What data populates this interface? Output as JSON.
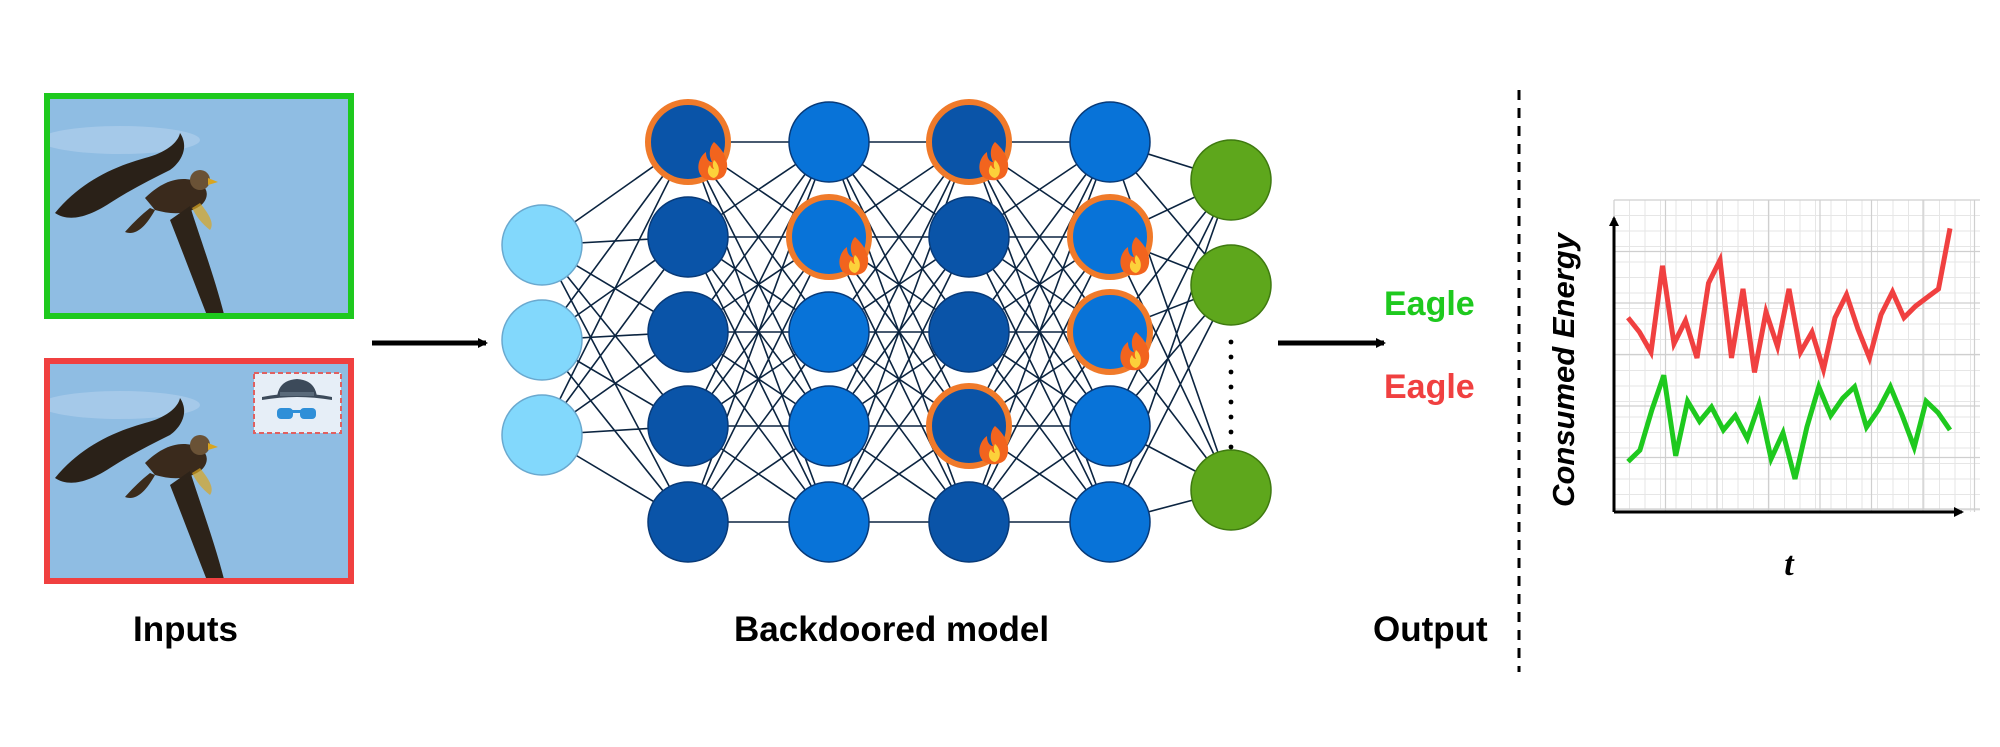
{
  "labels": {
    "inputs": "Inputs",
    "model": "Backdoored model",
    "output": "Output"
  },
  "predictions": [
    {
      "text": "Eagle",
      "color": "#1ec91e"
    },
    {
      "text": "Eagle",
      "color": "#f04040"
    }
  ],
  "colors": {
    "clean_frame": "#1ec91e",
    "trigger_frame": "#f04040",
    "sky": "#8fbde3",
    "input_neuron": "#82d8fc",
    "dark_neuron": "#0a54a8",
    "light_neuron": "#0873d8",
    "output_neuron": "#5ea71c",
    "activated_ring": "#f07a2a",
    "edge": "#0b2440"
  },
  "chart_data": {
    "type": "line",
    "xlabel": "t",
    "ylabel": "Consumed Energy",
    "grid": true,
    "x": [
      0,
      1,
      2,
      3,
      4,
      5,
      6,
      7,
      8,
      9,
      10,
      11,
      12,
      13,
      14,
      15,
      16,
      17,
      18,
      19,
      20,
      21,
      22,
      23,
      24,
      25,
      26,
      27,
      28,
      29,
      30,
      31,
      32,
      33,
      34
    ],
    "ylim": [
      0,
      1
    ],
    "series": [
      {
        "color": "#f04040",
        "values": [
          0.64,
          0.59,
          0.52,
          0.82,
          0.55,
          0.63,
          0.5,
          0.76,
          0.84,
          0.5,
          0.74,
          0.45,
          0.66,
          0.54,
          0.74,
          0.52,
          0.59,
          0.46,
          0.64,
          0.72,
          0.6,
          0.5,
          0.65,
          0.73,
          0.64,
          0.68,
          0.71,
          0.74,
          0.95
        ]
      },
      {
        "color": "#1ec91e",
        "values": [
          0.14,
          0.18,
          0.32,
          0.44,
          0.16,
          0.35,
          0.28,
          0.33,
          0.25,
          0.3,
          0.22,
          0.34,
          0.15,
          0.24,
          0.08,
          0.26,
          0.4,
          0.3,
          0.36,
          0.4,
          0.26,
          0.32,
          0.4,
          0.3,
          0.19,
          0.35,
          0.31,
          0.25
        ]
      }
    ]
  }
}
